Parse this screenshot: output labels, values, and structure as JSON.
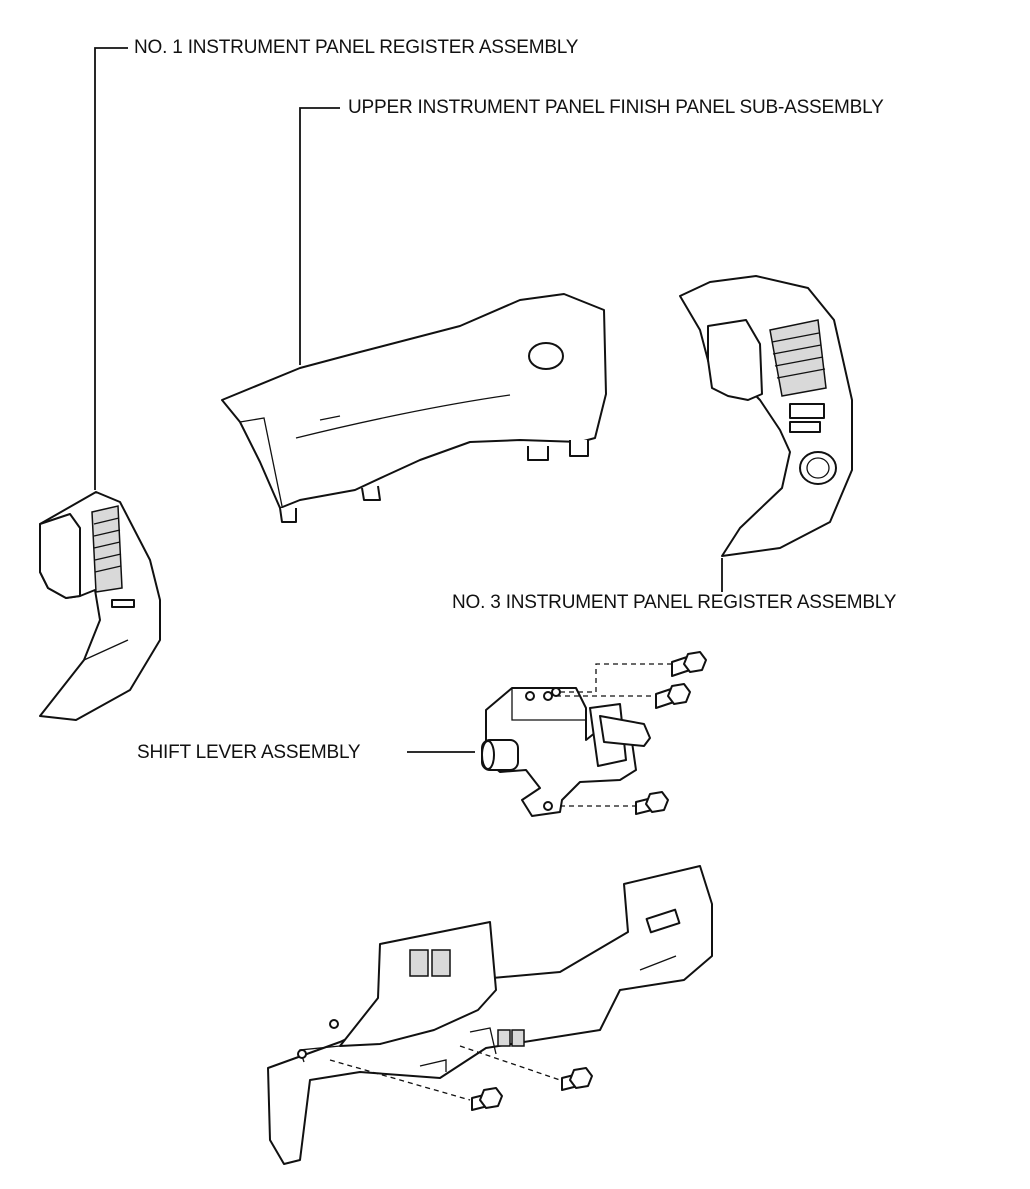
{
  "labels": {
    "register1": "NO. 1 INSTRUMENT PANEL REGISTER ASSEMBLY",
    "finish_panel": "UPPER INSTRUMENT PANEL FINISH PANEL SUB-ASSEMBLY",
    "register3": "NO. 3 INSTRUMENT PANEL REGISTER ASSEMBLY",
    "shift_lever": "SHIFT LEVER ASSEMBLY"
  }
}
